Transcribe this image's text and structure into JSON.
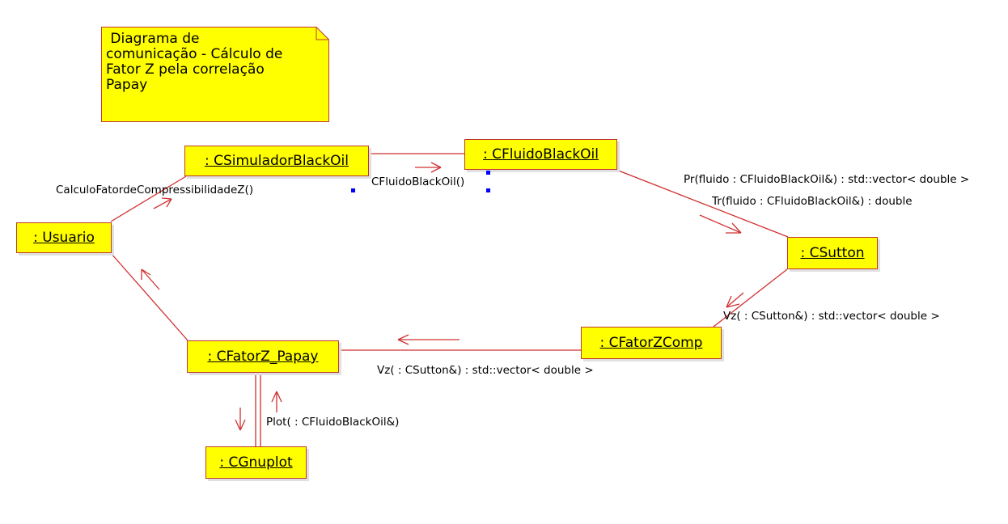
{
  "note": {
    "lines": [
      " Diagrama de",
      "comunicação - Cálculo de",
      "Fator Z pela correlação",
      "Papay"
    ]
  },
  "objects": {
    "simulador": ": CSimuladorBlackOil",
    "fluido": ": CFluidoBlackOil",
    "usuario": ": Usuario",
    "sutton": ": CSutton",
    "fatorzcomp": ": CFatorZComp",
    "papay": ": CFatorZ_Papay",
    "gnuplot": ": CGnuplot"
  },
  "messages": {
    "calc": "CalculoFatordeCompressibilidadeZ()",
    "fluido_ctor": "CFluidoBlackOil()",
    "pr": "Pr(fluido : CFluidoBlackOil&) : std::vector< double >",
    "tr": "Tr(fluido : CFluidoBlackOil&) : double",
    "vz1": "Vz( : CSutton&) : std::vector< double >",
    "vz2": "Vz( : CSutton&) : std::vector< double >",
    "plot": "Plot( : CFluidoBlackOil&)"
  },
  "colors": {
    "object_fill": "#ffff00",
    "line": "#d03030",
    "handle": "#0000ff"
  }
}
